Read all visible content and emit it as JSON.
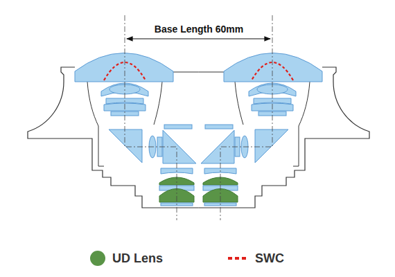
{
  "diagram": {
    "labels": [
      "Base Length 60mm"
    ],
    "legend": [
      {
        "text": "UD Lens",
        "color": "#5a9447"
      },
      {
        "text": "SWC"
      }
    ]
  }
}
